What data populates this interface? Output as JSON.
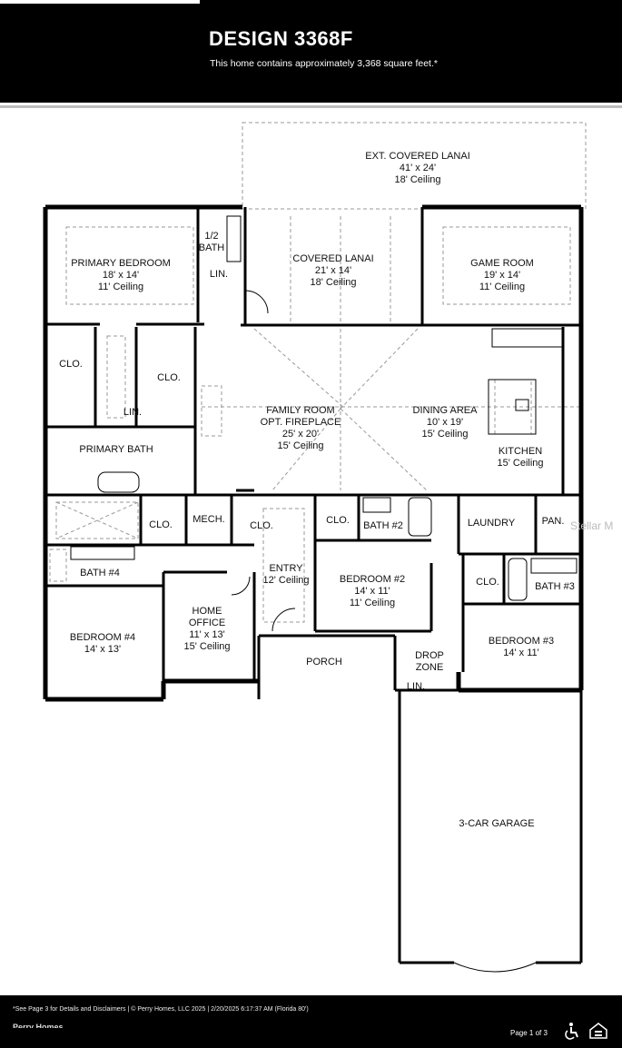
{
  "header": {
    "title": "DESIGN 3368F",
    "subtitle": "This home contains approximately 3,368 square feet.*"
  },
  "rooms": {
    "ext_lanai": {
      "name": "EXT. COVERED LANAI",
      "size": "41' x 24'",
      "ceiling": "18' Ceiling"
    },
    "primary_bedroom": {
      "name": "PRIMARY BEDROOM",
      "size": "18' x 14'",
      "ceiling": "11' Ceiling"
    },
    "half_bath": {
      "name": "1/2",
      "name2": "BATH"
    },
    "lin_top": {
      "name": "LIN."
    },
    "covered_lanai": {
      "name": "COVERED LANAI",
      "size": "21' x 14'",
      "ceiling": "18' Ceiling"
    },
    "game_room": {
      "name": "GAME ROOM",
      "size": "19' x 14'",
      "ceiling": "11' Ceiling"
    },
    "clo_left": {
      "name": "CLO."
    },
    "clo_right": {
      "name": "CLO."
    },
    "lin_mid": {
      "name": "LIN."
    },
    "family_room": {
      "name": "FAMILY ROOM",
      "opt": "OPT. FIREPLACE",
      "size": "25' x 20'",
      "ceiling": "15' Ceiling"
    },
    "dining": {
      "name": "DINING AREA",
      "size": "10' x 19'",
      "ceiling": "15' Ceiling"
    },
    "kitchen": {
      "name": "KITCHEN",
      "ceiling": "15' Ceiling"
    },
    "primary_bath": {
      "name": "PRIMARY BATH"
    },
    "clo_hall": {
      "name": "CLO."
    },
    "mech": {
      "name": "MECH."
    },
    "clo_entry": {
      "name": "CLO."
    },
    "clo_bed2": {
      "name": "CLO."
    },
    "bath2": {
      "name": "BATH #2"
    },
    "laundry": {
      "name": "LAUNDRY"
    },
    "pan": {
      "name": "PAN."
    },
    "bath4": {
      "name": "BATH #4"
    },
    "entry": {
      "name": "ENTRY",
      "ceiling": "12' Ceiling"
    },
    "bedroom2": {
      "name": "BEDROOM #2",
      "size": "14' x 11'",
      "ceiling": "11' Ceiling"
    },
    "clo_bed3": {
      "name": "CLO."
    },
    "bath3": {
      "name": "BATH #3"
    },
    "home_office": {
      "name": "HOME",
      "name2": "OFFICE",
      "size": "11' x 13'",
      "ceiling": "15' Ceiling"
    },
    "bedroom4": {
      "name": "BEDROOM #4",
      "size": "14' x 13'"
    },
    "porch": {
      "name": "PORCH"
    },
    "drop_zone": {
      "name": "DROP",
      "name2": "ZONE"
    },
    "lin_drop": {
      "name": "LIN."
    },
    "bedroom3": {
      "name": "BEDROOM #3",
      "size": "14' x 11'"
    },
    "garage": {
      "name": "3-CAR GARAGE"
    }
  },
  "watermark": "Stellar M",
  "footer": {
    "disclaimer": "*See Page 3 for Details and Disclaimers  |  © Perry Homes, LLC 2025  |  2/20/2025 6:17:37 AM  (Florida 80')",
    "brand": "Perry Homes",
    "page": "Page 1 of 3",
    "icons": [
      "accessibility-icon",
      "equal-housing-icon"
    ]
  }
}
